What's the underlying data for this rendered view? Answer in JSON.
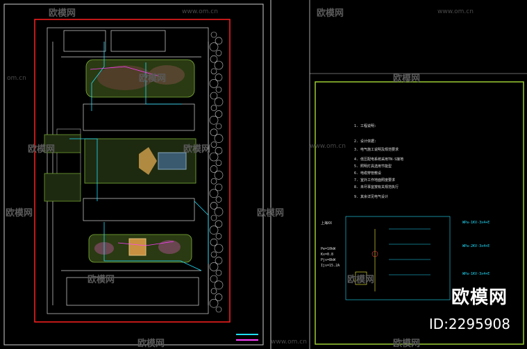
{
  "watermark": {
    "brand": "欧模网",
    "url": "www.om.cn",
    "url_short": "om.cn",
    "id_text": "ID:2295908"
  },
  "plan_sheet": {
    "border_color": "#ff2020",
    "frame_color": "#e0e0e0"
  },
  "detail_sheet": {
    "frame_color": "#9acd32",
    "notes": [
      "1. 工程说明:",
      "2. 设计依据:",
      "3. 电气施工说明及规范要求",
      "4. 低压配电系统采用TN-S接地",
      "5. 照明灯具选用节能型",
      "6. 电缆穿管敷设",
      "7. 室外工作地面照度要求",
      "8. 未尽事宜按有关规范执行",
      "9. 其余详见电气设计"
    ],
    "circuits": [
      "WPa-1KV-3x4+E",
      "WPa-2KV-3x4+E",
      "WPa-1KV-3x4+E"
    ],
    "labels": {
      "panel": "上海XX",
      "param1": "Pe=10kW",
      "param2": "Kx=0.8",
      "param3": "Pjs=8kW",
      "param4": "Ijs=15.2A"
    }
  }
}
